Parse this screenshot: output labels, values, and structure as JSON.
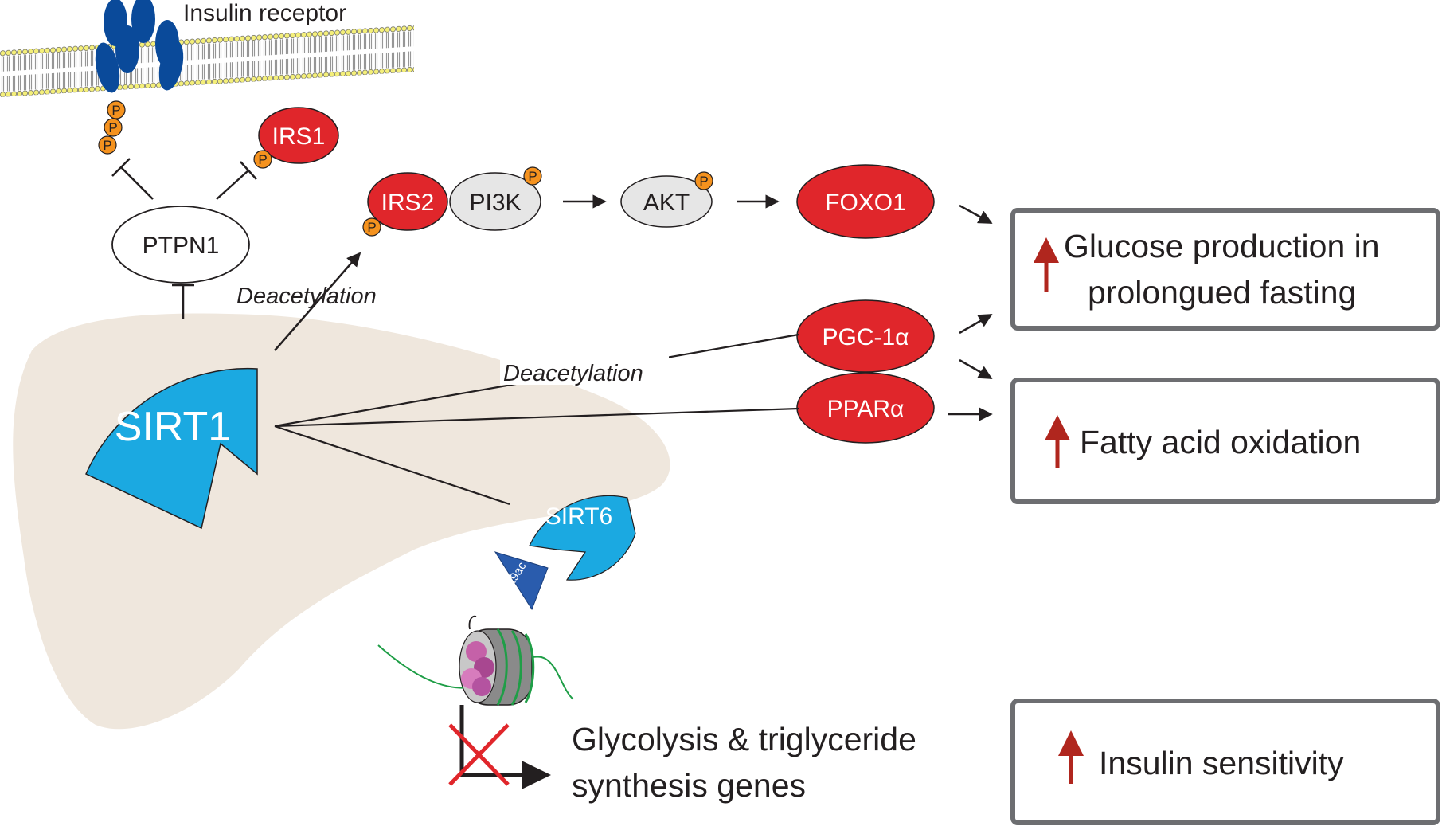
{
  "labels": {
    "insulin_receptor": "Insulin receptor",
    "ptpn1": "PTPN1",
    "irs1": "IRS1",
    "irs2": "IRS2",
    "pi3k": "PI3K",
    "akt": "AKT",
    "foxo1": "FOXO1",
    "pgc1a": "PGC-1α",
    "ppara": "PPARα",
    "sirt1": "SIRT1",
    "sirt6": "SIRT6",
    "k9ac": "K9ac",
    "phospho": "P",
    "deacetylation_top": "Deacetylation",
    "deacetylation_mid": "Deacetylation",
    "genes_line1": "Glycolysis & triglyceride",
    "genes_line2": "synthesis genes"
  },
  "outcomes": {
    "glucose_line1": "Glucose production in",
    "glucose_line2": "prolongued fasting",
    "fatty_acid": "Fatty acid oxidation",
    "insulin_sensitivity": "Insulin sensitivity"
  },
  "colors": {
    "red": "#e0262b",
    "blue": "#1ba9e1",
    "dark_blue": "#0a4a9a",
    "liver": "#efe7dd",
    "orange": "#f5921e",
    "grey": "#e6e6e6",
    "arrow_red": "#b0261e"
  }
}
